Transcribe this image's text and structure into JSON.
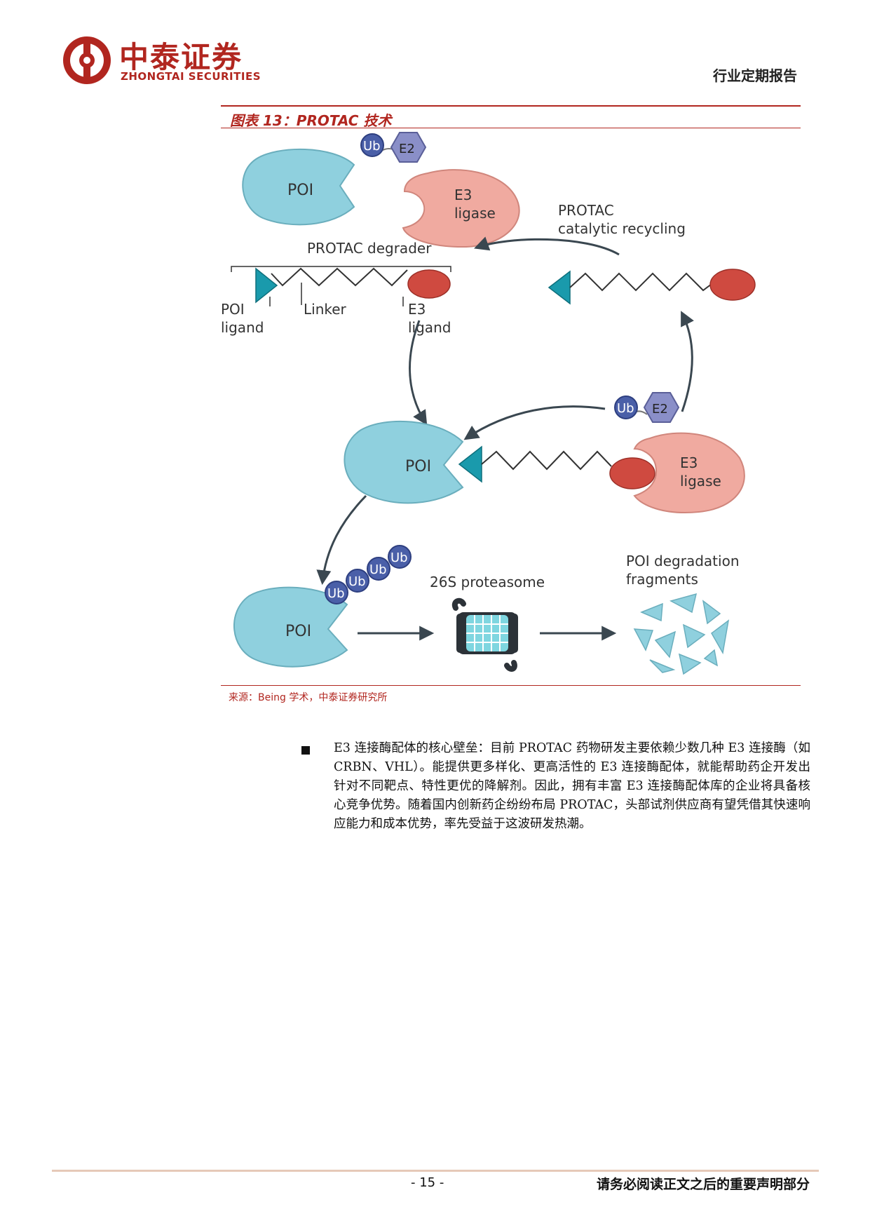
{
  "header": {
    "logo_cn": "中泰证券",
    "logo_en": "ZHONGTAI SECURITIES",
    "report_type": "行业定期报告"
  },
  "figure": {
    "title": "图表 13：PROTAC 技术",
    "source": "来源：Being 学术，中泰证券研究所",
    "labels": {
      "poi": "POI",
      "e3": "E3",
      "ligase": "ligase",
      "e2": "E2",
      "ub": "Ub",
      "recycling_1": "PROTAC",
      "recycling_2": "catalytic recycling",
      "degrader": "PROTAC degrader",
      "poi_ligand_1": "POI",
      "poi_ligand_2": "ligand",
      "linker": "Linker",
      "e3_ligand_1": "E3",
      "e3_ligand_2": "ligand",
      "proteasome": "26S proteasome",
      "fragments_1": "POI degradation",
      "fragments_2": "fragments"
    },
    "colors": {
      "poi_fill": "#8fd0de",
      "e3_fill": "#f0aaa0",
      "ligand_red": "#cf4a40",
      "ligand_teal": "#1a9aac",
      "ub_blue": "#4a5fa8",
      "e2_purple": "#8a8fc8",
      "arrow": "#3a4750"
    }
  },
  "body": {
    "bullet": "E3 连接酶配体的核心壁垒：目前 PROTAC 药物研发主要依赖少数几种 E3 连接酶（如 CRBN、VHL）。能提供更多样化、更高活性的 E3 连接酶配体，就能帮助药企开发出针对不同靶点、特性更优的降解剂。因此，拥有丰富 E3 连接酶配体库的企业将具备核心竞争优势。随着国内创新药企纷纷布局 PROTAC，头部试剂供应商有望凭借其快速响应能力和成本优势，率先受益于这波研发热潮。"
  },
  "footer": {
    "page": "- 15 -",
    "disclaimer": "请务必阅读正文之后的重要声明部分"
  }
}
